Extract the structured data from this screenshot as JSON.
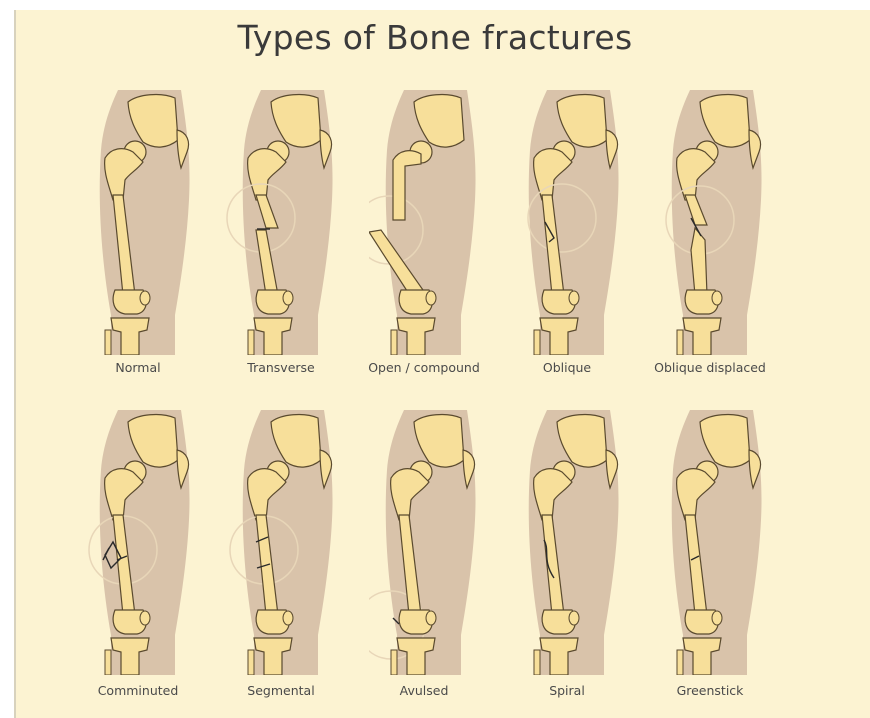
{
  "title": "Types of Bone fractures",
  "palette": {
    "background": "#fcf3d2",
    "leg": "#d9c3aa",
    "bone_fill": "#f7df9a",
    "bone_outline": "#5a4a2e",
    "fracture_line": "#2a2a2a",
    "focus_circle": "#e8d6b8"
  },
  "fracture_types": [
    {
      "label": "Normal",
      "kind": "normal"
    },
    {
      "label": "Transverse",
      "kind": "transverse"
    },
    {
      "label": "Open / compound",
      "kind": "open"
    },
    {
      "label": "Oblique",
      "kind": "oblique"
    },
    {
      "label": "Oblique displaced",
      "kind": "oblique-displaced"
    },
    {
      "label": "Comminuted",
      "kind": "comminuted"
    },
    {
      "label": "Segmental",
      "kind": "segmental"
    },
    {
      "label": "Avulsed",
      "kind": "avulsed"
    },
    {
      "label": "Spiral",
      "kind": "spiral"
    },
    {
      "label": "Greenstick",
      "kind": "greenstick"
    }
  ]
}
